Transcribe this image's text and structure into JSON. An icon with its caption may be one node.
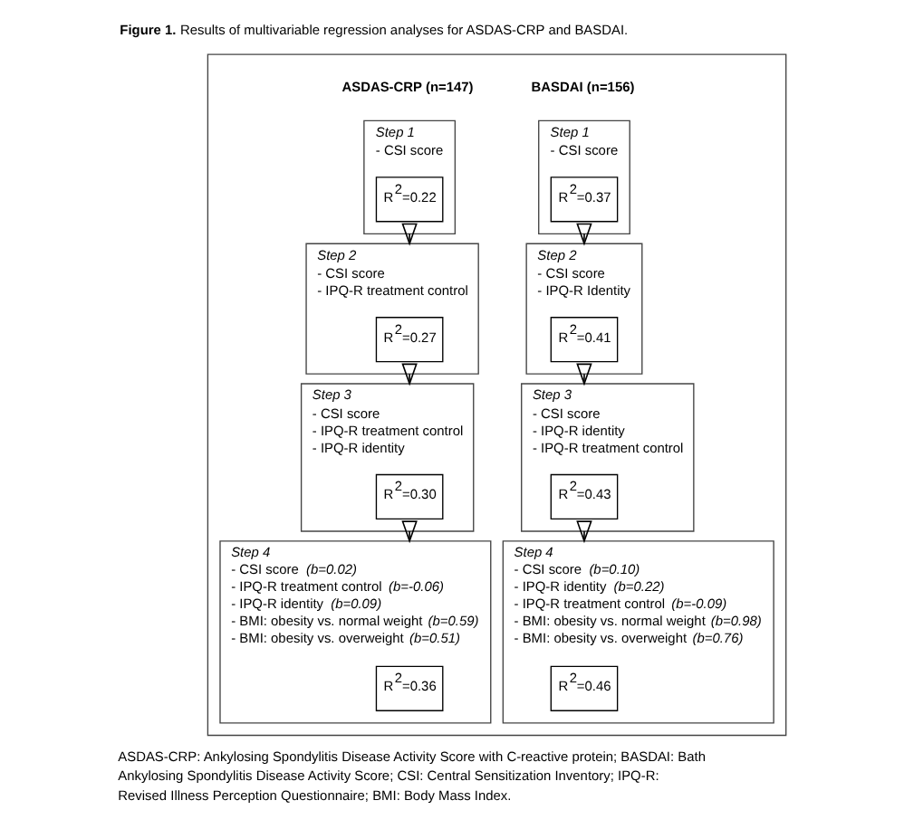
{
  "diagram": {
    "title": "**Figure 1.** Results of multivariable regression analyses for ASDAS-CRP and BASDAI.",
    "caption": "ASDAS-CRP: Ankylosing Spondylitis Disease Activity Score with C-reactive protein; BASDAI: Bath Ankylosing Spondylitis Disease Activity Score; CSI: Central Sensitization Inventory; IPQ-R: Revised Illness Perception Questionnaire; BMI: Body Mass Index.",
    "nodes": [
      {
        "text": [],
        "shape": "box"
      },
      {
        "text": [
          "Step 1",
          "- CSI score"
        ],
        "in": 0
      },
      {
        "text": [
          "R$^{2}$=0.22"
        ],
        "in": 1
      },
      {
        "text": [
          "Step 2",
          "- CSI score",
          "- IPQ-R treatment control"
        ],
        "in": 0
      },
      {
        "text": [
          "R$^{2}$=0.27"
        ],
        "in": 3
      },
      {
        "text": [
          "Step 3",
          "- CSI score",
          "- IPQ-R treatment control",
          "- IPQ-R identity"
        ],
        "in": 0
      },
      {
        "text": [
          "R$^{2}$=0.30"
        ],
        "in": 5
      },
      {
        "text": [
          "Step 4",
          "- CSI score *(b=0.02)*",
          "- IPQ-R treatment control *(b=-0.06)*",
          "- IPQ-R identity *(b=0.09)*",
          "- BMI: obesity vs. normal weight *(b=0.59)*",
          "- BMI: obesity vs. overweight *(b=0.51)*"
        ],
        "in": 0
      },
      {
        "text": [
          "R$^{2}$=0.36"
        ],
        "in": 7
      },
      {
        "text": [
          "Step 1",
          "- CSI score"
        ],
        "in": 0
      },
      {
        "text": [
          "R$^{2}$=0.37"
        ],
        "in": 9
      },
      {
        "text": [
          "Step 2",
          "- CSI score",
          "- IPQ-R Identity"
        ],
        "in": 0
      },
      {
        "text": [
          "R$^{2}$=0.41"
        ],
        "in": 11
      },
      {
        "text": [
          "Step 3",
          "- CSI score",
          "- IPQ-R identity",
          "- IPQ-R treatment control"
        ],
        "in": 0
      },
      {
        "text": [
          "R$^{2}$=0.43"
        ],
        "in": 13
      },
      {
        "text": [
          "Step 4",
          "- CSI score *(b=0.10)*",
          "- IPQ-R identity *(b=0.22)*",
          "- IPQ-R treatment control *(b=-0.09)*",
          "- BMI: obesity vs. normal weight *(b=0.98)*",
          "- BMI: obesity vs. overweight *(b=0.76)*"
        ],
        "in": 0
      },
      {
        "text": [
          "R$^{2}$=0.46"
        ],
        "in": 15
      }
    ],
    "edges": [
      {
        "from": 1,
        "to": 3,
        "arrow": "to"
      },
      {
        "from": 3,
        "to": 5,
        "arrow": "to"
      },
      {
        "from": 5,
        "to": 7,
        "arrow": "to"
      },
      {
        "from": 9,
        "to": 11,
        "arrow": "to"
      },
      {
        "from": 11,
        "to": 13,
        "arrow": "to"
      },
      {
        "from": 13,
        "to": 15,
        "arrow": "to"
      }
    ],
    "labels": [
      "**ASDAS-CRP (n=147)**",
      "**BASDAI (n=156)**"
    ]
  }
}
